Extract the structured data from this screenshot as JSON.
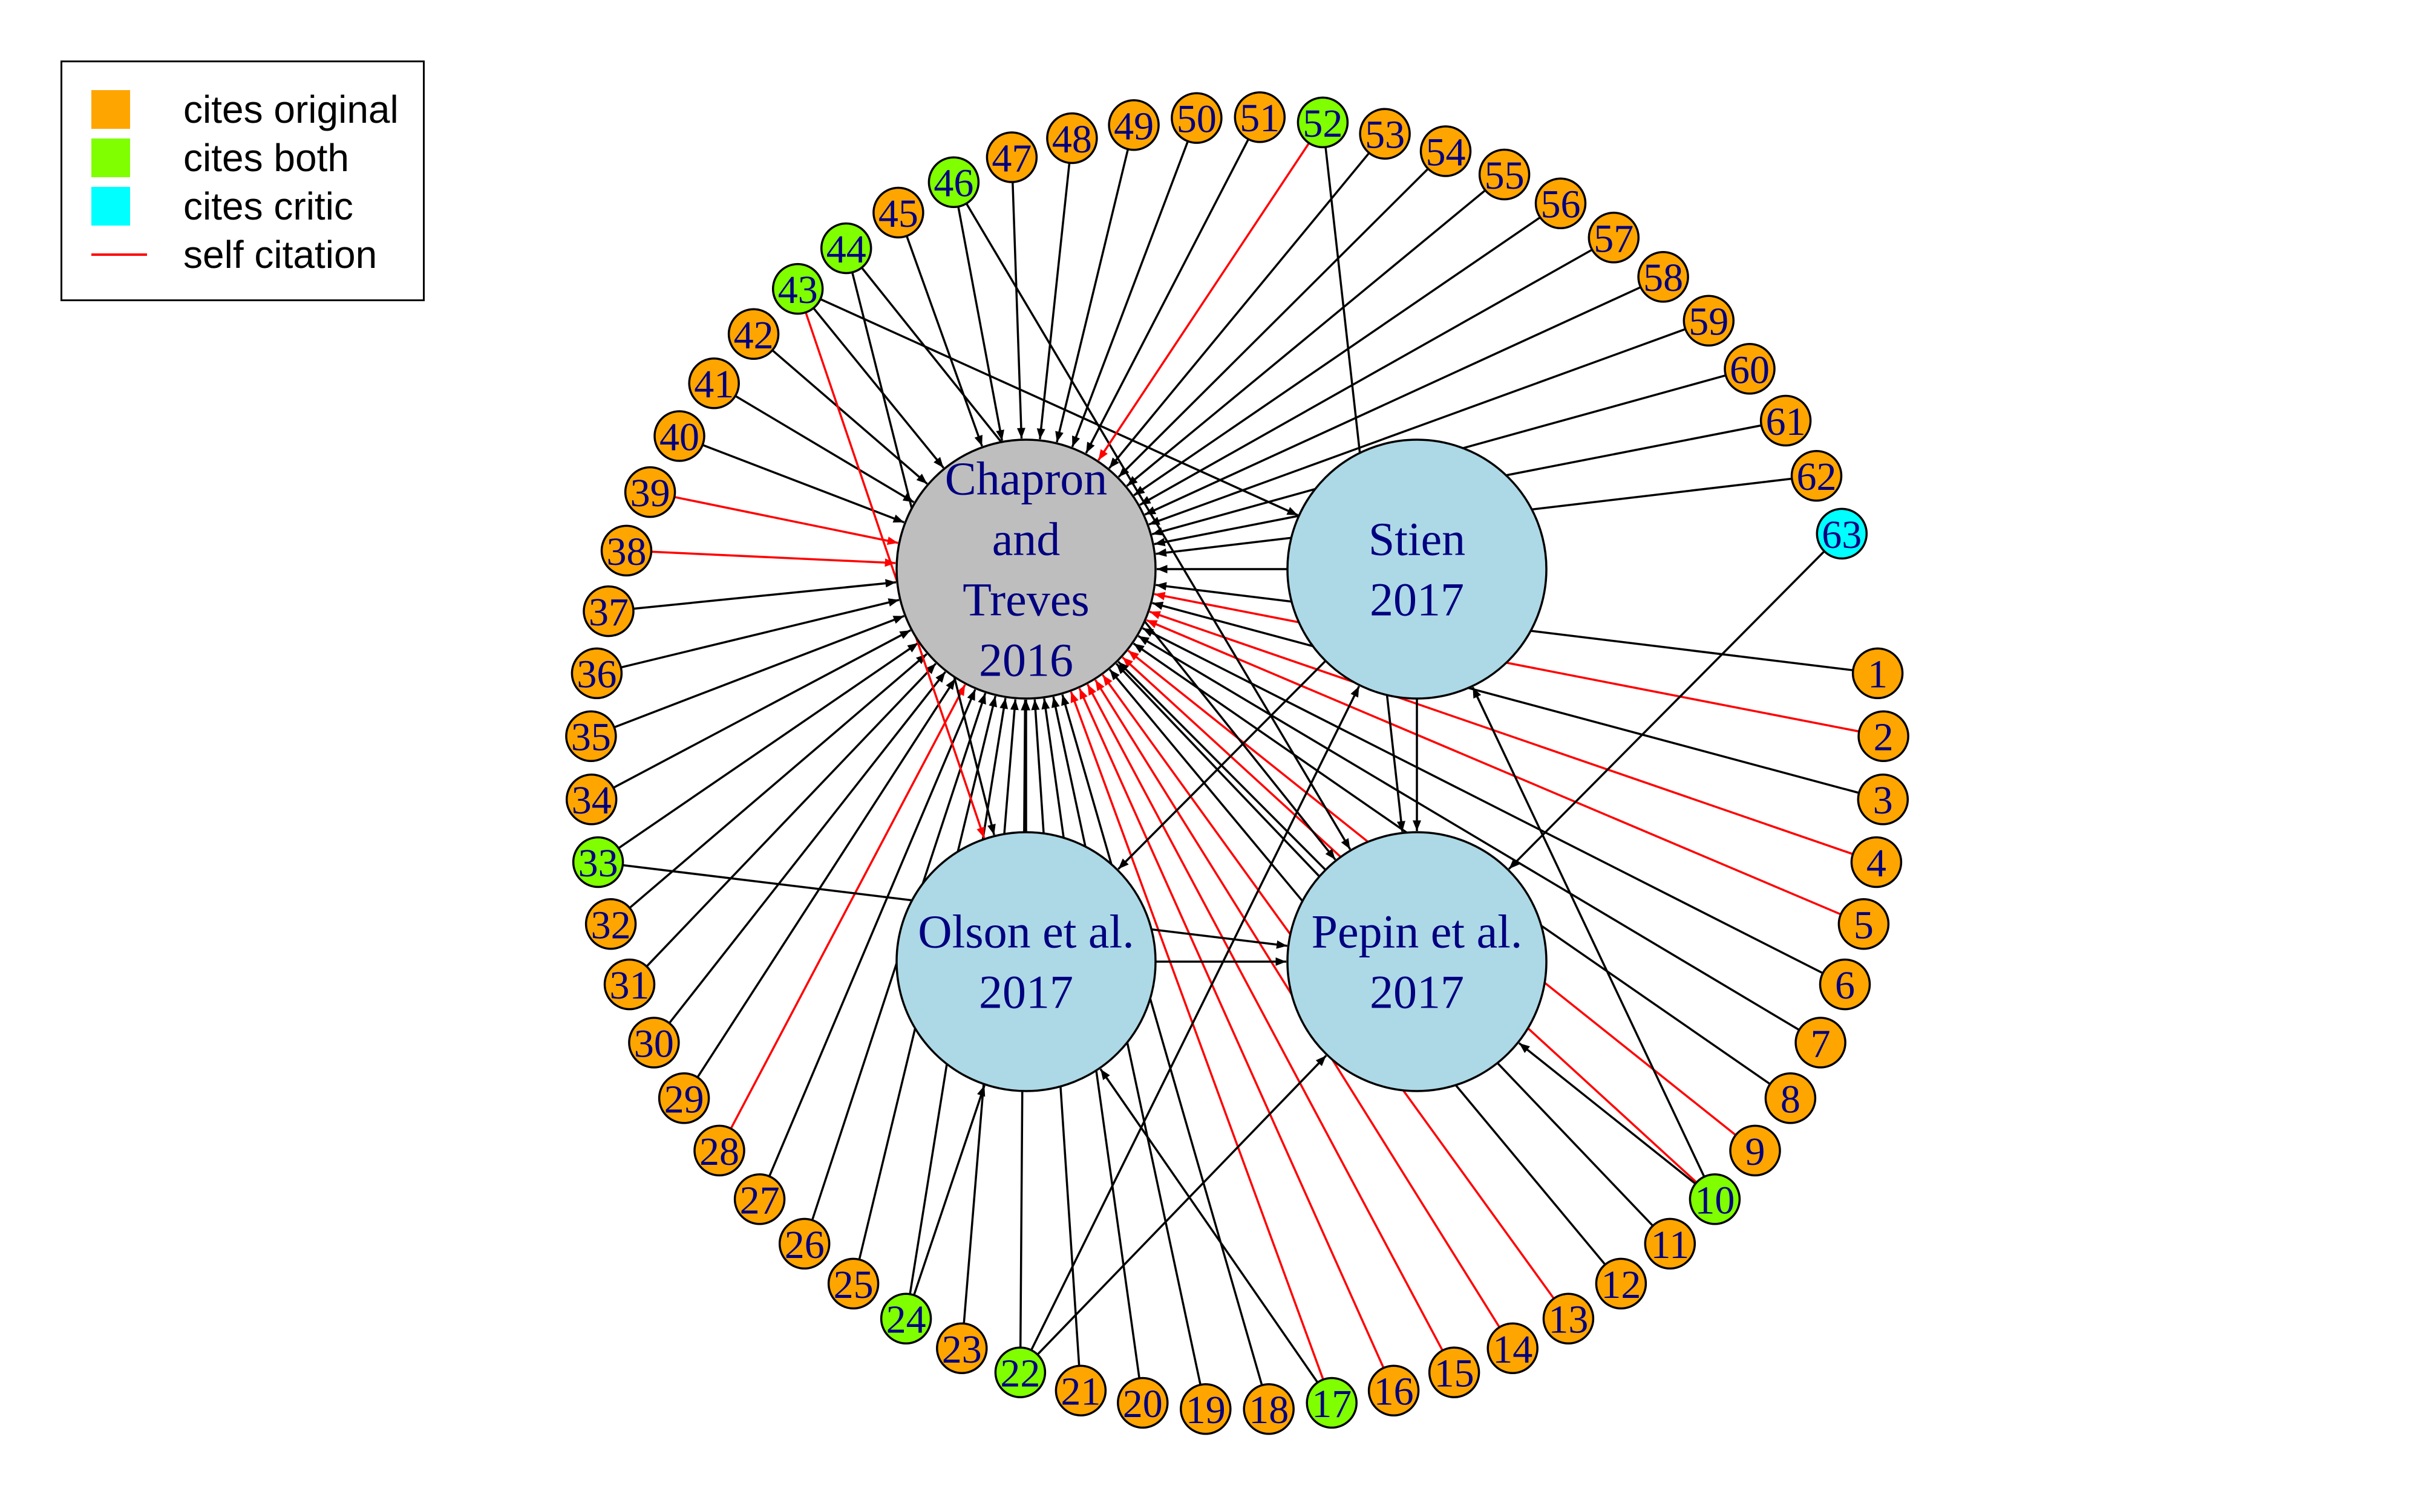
{
  "legend": {
    "items": [
      {
        "label": "cites original",
        "color": "#ffa500",
        "kind": "box"
      },
      {
        "label": "cites both",
        "color": "#7fff00",
        "kind": "box"
      },
      {
        "label": "cites critic",
        "color": "#00ffff",
        "kind": "box"
      },
      {
        "label": "self citation",
        "color": "#ff0000",
        "kind": "line"
      }
    ]
  },
  "colors": {
    "cites_original": "#ffa500",
    "cites_both": "#7fff00",
    "cites_critic": "#00ffff",
    "self_citation_edge": "#ff0000",
    "normal_edge": "#000000",
    "hub_gray": "#bebebe",
    "hub_blue": "#add8e6",
    "label_text": "#000080"
  },
  "hubs": [
    {
      "id": "C",
      "lines": [
        "Chapron",
        "and",
        "Treves",
        "2016"
      ],
      "fill": "gray"
    },
    {
      "id": "S",
      "lines": [
        "Stien",
        "2017"
      ],
      "fill": "blue"
    },
    {
      "id": "O",
      "lines": [
        "Olson et al.",
        "2017"
      ],
      "fill": "blue"
    },
    {
      "id": "P",
      "lines": [
        "Pepin et al.",
        "2017"
      ],
      "fill": "blue"
    }
  ],
  "citing_papers": [
    {
      "label": "1",
      "type": "original"
    },
    {
      "label": "2",
      "type": "original"
    },
    {
      "label": "3",
      "type": "original"
    },
    {
      "label": "4",
      "type": "original"
    },
    {
      "label": "5",
      "type": "original"
    },
    {
      "label": "6",
      "type": "original"
    },
    {
      "label": "7",
      "type": "original"
    },
    {
      "label": "8",
      "type": "original"
    },
    {
      "label": "9",
      "type": "original"
    },
    {
      "label": "10",
      "type": "both"
    },
    {
      "label": "11",
      "type": "original"
    },
    {
      "label": "12",
      "type": "original"
    },
    {
      "label": "13",
      "type": "original"
    },
    {
      "label": "14",
      "type": "original"
    },
    {
      "label": "15",
      "type": "original"
    },
    {
      "label": "16",
      "type": "original"
    },
    {
      "label": "17",
      "type": "both"
    },
    {
      "label": "18",
      "type": "original"
    },
    {
      "label": "19",
      "type": "original"
    },
    {
      "label": "20",
      "type": "original"
    },
    {
      "label": "21",
      "type": "original"
    },
    {
      "label": "22",
      "type": "both"
    },
    {
      "label": "23",
      "type": "original"
    },
    {
      "label": "24",
      "type": "both"
    },
    {
      "label": "25",
      "type": "original"
    },
    {
      "label": "26",
      "type": "original"
    },
    {
      "label": "27",
      "type": "original"
    },
    {
      "label": "28",
      "type": "original"
    },
    {
      "label": "29",
      "type": "original"
    },
    {
      "label": "30",
      "type": "original"
    },
    {
      "label": "31",
      "type": "original"
    },
    {
      "label": "32",
      "type": "original"
    },
    {
      "label": "33",
      "type": "both"
    },
    {
      "label": "34",
      "type": "original"
    },
    {
      "label": "35",
      "type": "original"
    },
    {
      "label": "36",
      "type": "original"
    },
    {
      "label": "37",
      "type": "original"
    },
    {
      "label": "38",
      "type": "original"
    },
    {
      "label": "39",
      "type": "original"
    },
    {
      "label": "40",
      "type": "original"
    },
    {
      "label": "41",
      "type": "original"
    },
    {
      "label": "42",
      "type": "original"
    },
    {
      "label": "43",
      "type": "both"
    },
    {
      "label": "44",
      "type": "both"
    },
    {
      "label": "45",
      "type": "original"
    },
    {
      "label": "46",
      "type": "both"
    },
    {
      "label": "47",
      "type": "original"
    },
    {
      "label": "48",
      "type": "original"
    },
    {
      "label": "49",
      "type": "original"
    },
    {
      "label": "50",
      "type": "original"
    },
    {
      "label": "51",
      "type": "original"
    },
    {
      "label": "52",
      "type": "both"
    },
    {
      "label": "53",
      "type": "original"
    },
    {
      "label": "54",
      "type": "original"
    },
    {
      "label": "55",
      "type": "original"
    },
    {
      "label": "56",
      "type": "original"
    },
    {
      "label": "57",
      "type": "original"
    },
    {
      "label": "58",
      "type": "original"
    },
    {
      "label": "59",
      "type": "original"
    },
    {
      "label": "60",
      "type": "original"
    },
    {
      "label": "61",
      "type": "original"
    },
    {
      "label": "62",
      "type": "original"
    },
    {
      "label": "63",
      "type": "critic"
    }
  ],
  "edges": [
    {
      "from": "1",
      "to": "C",
      "self": false
    },
    {
      "from": "2",
      "to": "C",
      "self": true
    },
    {
      "from": "3",
      "to": "C",
      "self": false
    },
    {
      "from": "4",
      "to": "C",
      "self": true
    },
    {
      "from": "5",
      "to": "C",
      "self": true
    },
    {
      "from": "6",
      "to": "C",
      "self": false
    },
    {
      "from": "7",
      "to": "C",
      "self": false
    },
    {
      "from": "8",
      "to": "C",
      "self": false
    },
    {
      "from": "9",
      "to": "C",
      "self": true
    },
    {
      "from": "10",
      "to": "C",
      "self": true
    },
    {
      "from": "10",
      "to": "S",
      "self": false
    },
    {
      "from": "10",
      "to": "P",
      "self": false
    },
    {
      "from": "11",
      "to": "C",
      "self": false
    },
    {
      "from": "12",
      "to": "C",
      "self": false
    },
    {
      "from": "13",
      "to": "C",
      "self": true
    },
    {
      "from": "14",
      "to": "C",
      "self": true
    },
    {
      "from": "15",
      "to": "C",
      "self": true
    },
    {
      "from": "16",
      "to": "C",
      "self": true
    },
    {
      "from": "17",
      "to": "C",
      "self": true
    },
    {
      "from": "17",
      "to": "O",
      "self": false
    },
    {
      "from": "18",
      "to": "C",
      "self": false
    },
    {
      "from": "19",
      "to": "C",
      "self": false
    },
    {
      "from": "20",
      "to": "C",
      "self": false
    },
    {
      "from": "21",
      "to": "C",
      "self": false
    },
    {
      "from": "22",
      "to": "C",
      "self": false
    },
    {
      "from": "22",
      "to": "S",
      "self": false
    },
    {
      "from": "22",
      "to": "P",
      "self": false
    },
    {
      "from": "23",
      "to": "C",
      "self": false
    },
    {
      "from": "24",
      "to": "C",
      "self": false
    },
    {
      "from": "24",
      "to": "O",
      "self": false
    },
    {
      "from": "25",
      "to": "C",
      "self": false
    },
    {
      "from": "26",
      "to": "C",
      "self": false
    },
    {
      "from": "27",
      "to": "C",
      "self": false
    },
    {
      "from": "28",
      "to": "C",
      "self": true
    },
    {
      "from": "29",
      "to": "C",
      "self": false
    },
    {
      "from": "30",
      "to": "C",
      "self": false
    },
    {
      "from": "31",
      "to": "C",
      "self": false
    },
    {
      "from": "32",
      "to": "C",
      "self": false
    },
    {
      "from": "33",
      "to": "C",
      "self": false
    },
    {
      "from": "33",
      "to": "P",
      "self": false
    },
    {
      "from": "34",
      "to": "C",
      "self": false
    },
    {
      "from": "35",
      "to": "C",
      "self": false
    },
    {
      "from": "36",
      "to": "C",
      "self": false
    },
    {
      "from": "37",
      "to": "C",
      "self": false
    },
    {
      "from": "38",
      "to": "C",
      "self": true
    },
    {
      "from": "39",
      "to": "C",
      "self": true
    },
    {
      "from": "40",
      "to": "C",
      "self": false
    },
    {
      "from": "41",
      "to": "C",
      "self": false
    },
    {
      "from": "42",
      "to": "C",
      "self": false
    },
    {
      "from": "43",
      "to": "C",
      "self": false
    },
    {
      "from": "43",
      "to": "O",
      "self": true
    },
    {
      "from": "43",
      "to": "S",
      "self": false
    },
    {
      "from": "44",
      "to": "O",
      "self": false
    },
    {
      "from": "44",
      "to": "P",
      "self": false
    },
    {
      "from": "45",
      "to": "C",
      "self": false
    },
    {
      "from": "46",
      "to": "C",
      "self": false
    },
    {
      "from": "46",
      "to": "P",
      "self": false
    },
    {
      "from": "47",
      "to": "C",
      "self": false
    },
    {
      "from": "48",
      "to": "C",
      "self": false
    },
    {
      "from": "49",
      "to": "C",
      "self": false
    },
    {
      "from": "50",
      "to": "C",
      "self": false
    },
    {
      "from": "51",
      "to": "C",
      "self": false
    },
    {
      "from": "52",
      "to": "C",
      "self": true
    },
    {
      "from": "52",
      "to": "P",
      "self": false
    },
    {
      "from": "53",
      "to": "C",
      "self": false
    },
    {
      "from": "54",
      "to": "C",
      "self": false
    },
    {
      "from": "55",
      "to": "C",
      "self": false
    },
    {
      "from": "56",
      "to": "C",
      "self": false
    },
    {
      "from": "57",
      "to": "C",
      "self": false
    },
    {
      "from": "58",
      "to": "C",
      "self": false
    },
    {
      "from": "59",
      "to": "C",
      "self": false
    },
    {
      "from": "60",
      "to": "C",
      "self": false
    },
    {
      "from": "61",
      "to": "C",
      "self": false
    },
    {
      "from": "62",
      "to": "C",
      "self": false
    },
    {
      "from": "63",
      "to": "P",
      "self": false
    },
    {
      "from": "S",
      "to": "C",
      "self": false
    },
    {
      "from": "S",
      "to": "O",
      "self": false
    },
    {
      "from": "S",
      "to": "P",
      "self": false
    },
    {
      "from": "O",
      "to": "C",
      "self": false
    },
    {
      "from": "O",
      "to": "P",
      "self": false
    },
    {
      "from": "P",
      "to": "C",
      "self": false
    }
  ]
}
